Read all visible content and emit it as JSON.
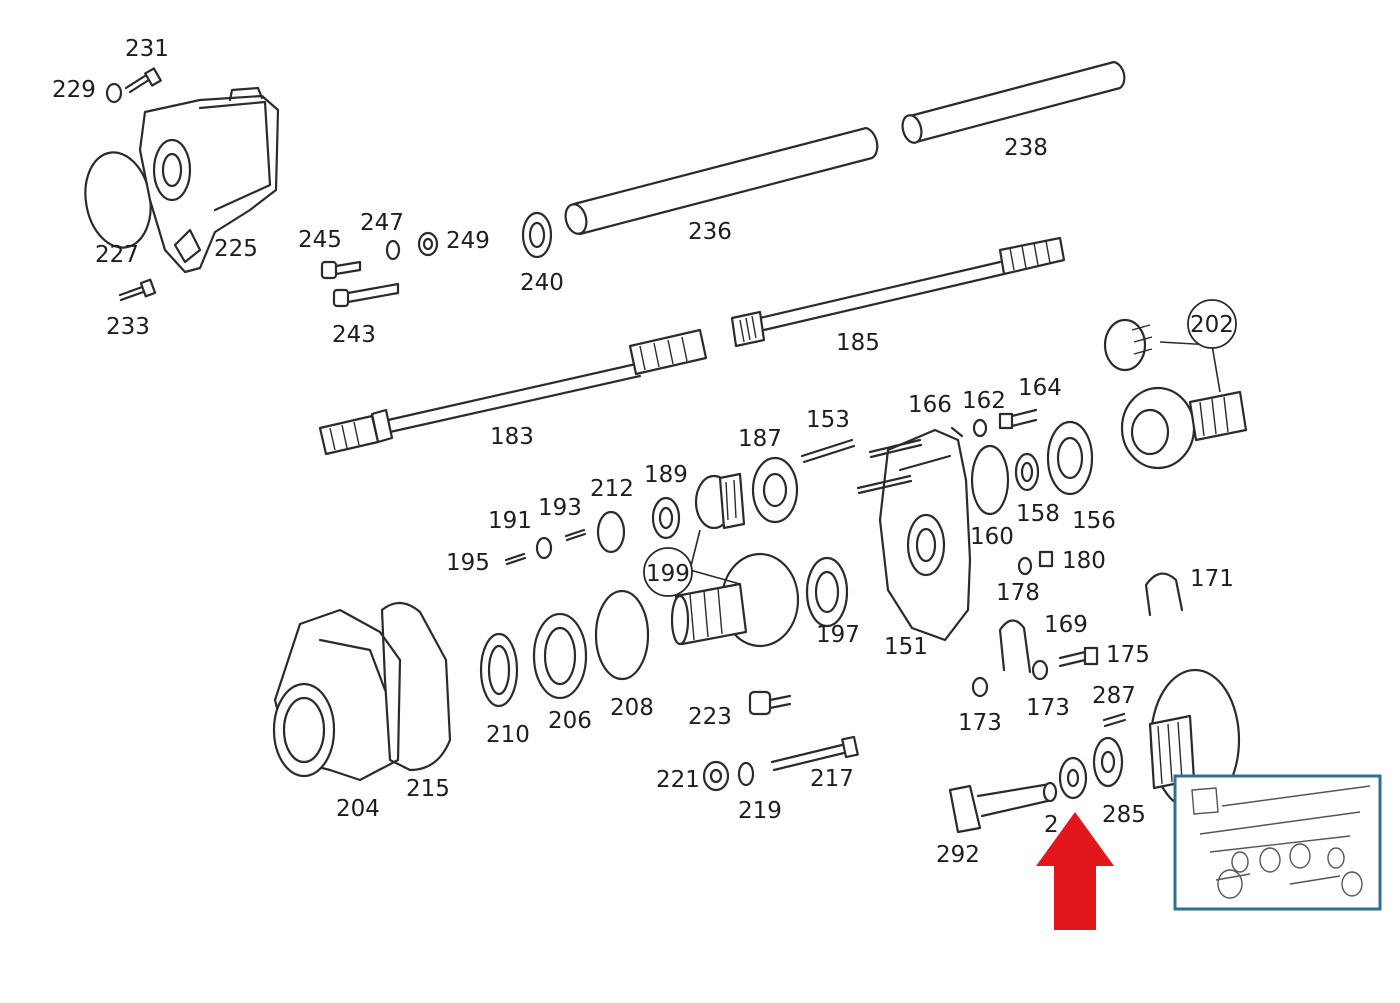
{
  "labels": {
    "l231": "231",
    "l229": "229",
    "l227": "227",
    "l225": "225",
    "l233": "233",
    "l245": "245",
    "l247": "247",
    "l249": "249",
    "l243": "243",
    "l240": "240",
    "l236": "236",
    "l238": "238",
    "l185": "185",
    "l183": "183",
    "l202": "202",
    "l166": "166",
    "l162": "162",
    "l164": "164",
    "l153": "153",
    "l187": "187",
    "l189": "189",
    "l212": "212",
    "l193": "193",
    "l191": "191",
    "l195": "195",
    "l199": "199",
    "l197": "197",
    "l151": "151",
    "l160": "160",
    "l158": "158",
    "l156": "156",
    "l178": "178",
    "l180": "180",
    "l171": "171",
    "l169": "169",
    "l175": "175",
    "l173a": "173",
    "l173b": "173",
    "l287": "287",
    "l204": "204",
    "l215": "215",
    "l210": "210",
    "l206": "206",
    "l208": "208",
    "l223": "223",
    "l221": "221",
    "l219": "219",
    "l217": "217",
    "l292": "292",
    "l289": "2",
    "l285": "285"
  },
  "highlight": {
    "arrow_color": "#e3161c",
    "inset_border_color": "#2f6f8f"
  }
}
